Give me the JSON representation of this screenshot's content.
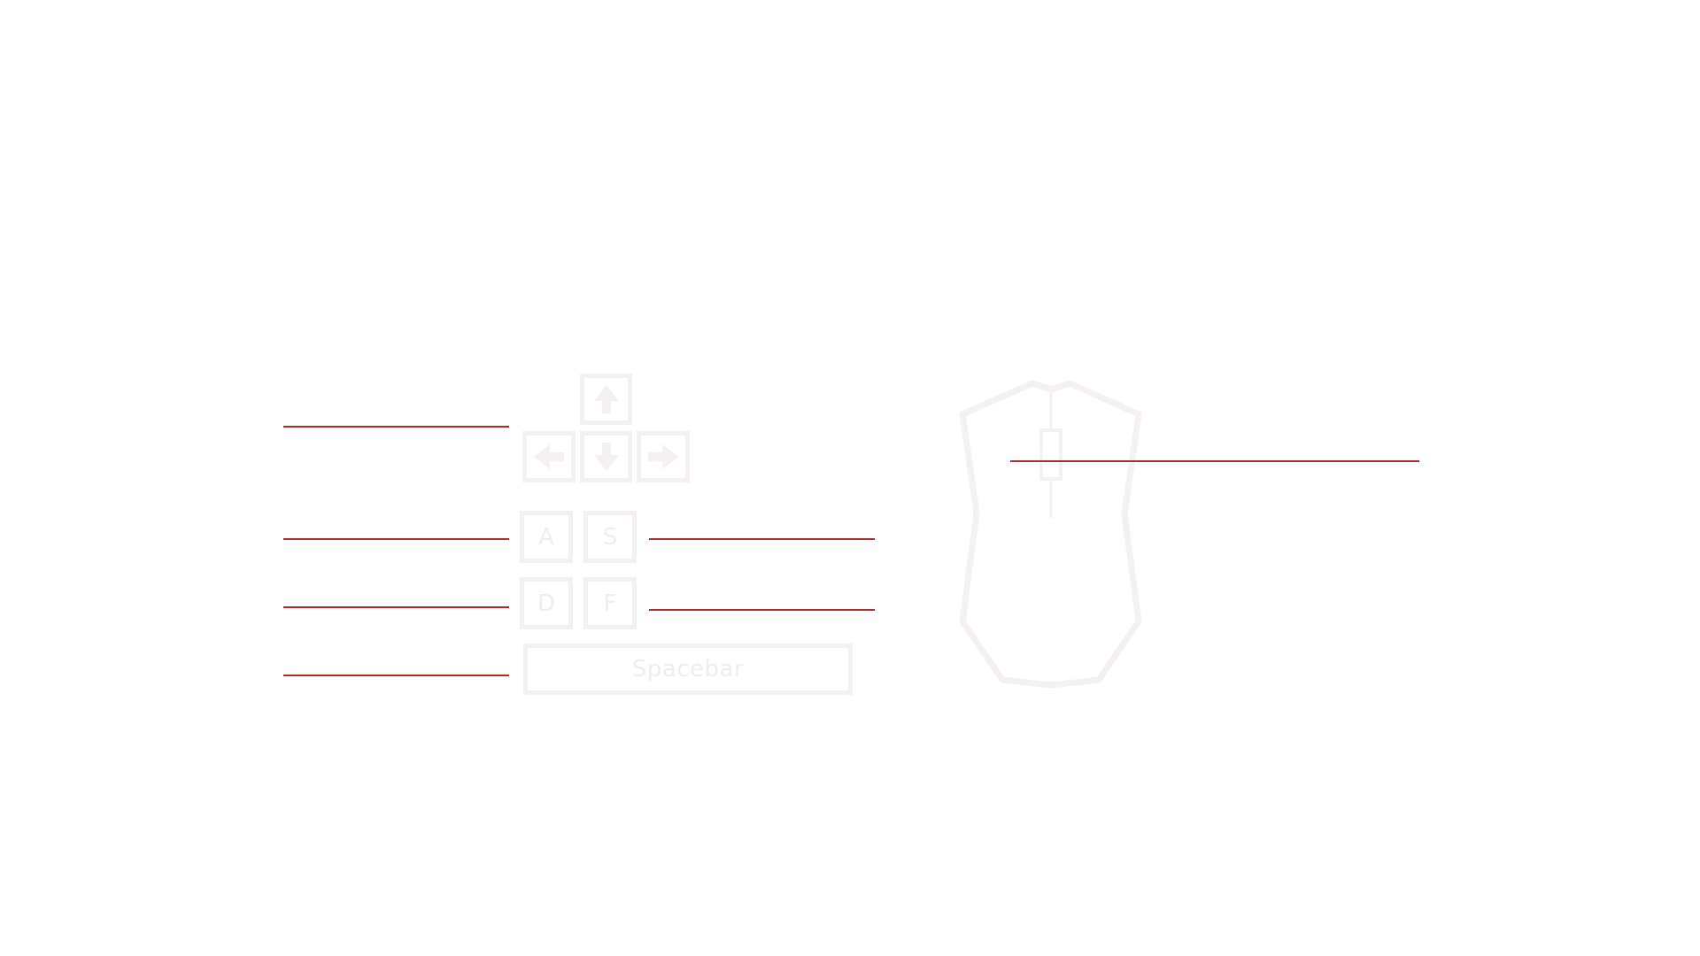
{
  "colors": {
    "line": "#a8302b",
    "key_outline": "#f4f1f0",
    "key_text": "#f1edec"
  },
  "keyboard": {
    "keys": {
      "up": {
        "icon": "arrow-up-icon"
      },
      "left": {
        "icon": "arrow-left-icon"
      },
      "down": {
        "icon": "arrow-down-icon"
      },
      "right": {
        "icon": "arrow-right-icon"
      },
      "a": {
        "label": "A"
      },
      "s": {
        "label": "S"
      },
      "d": {
        "label": "D"
      },
      "f": {
        "label": "F"
      },
      "space": {
        "label": "Spacebar"
      }
    }
  },
  "mouse": {
    "icon": "mouse-icon"
  }
}
